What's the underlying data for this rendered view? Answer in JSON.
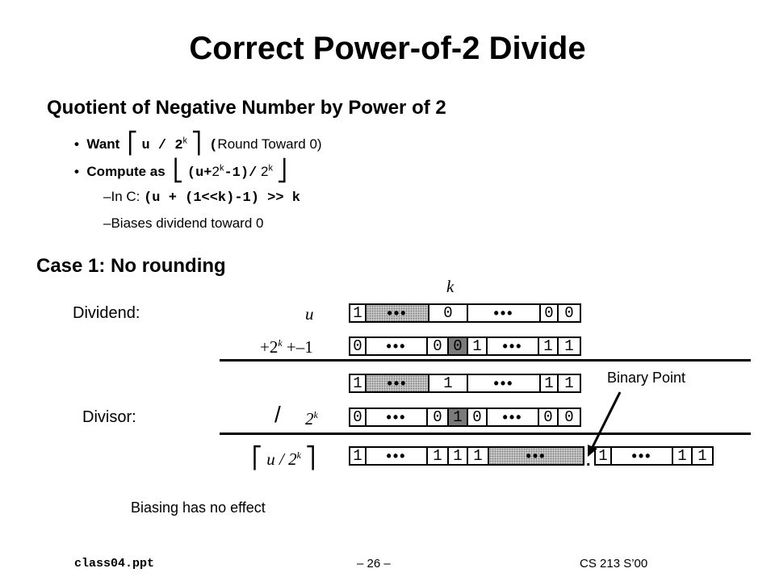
{
  "title": "Correct Power-of-2 Divide",
  "subtitle": "Quotient of Negative Number by Power of 2",
  "bullets": {
    "b1": {
      "dot": "•",
      "bold": "Want",
      "ceil_l": "⎡",
      "code": "u / 2",
      "sup": "k",
      "ceil_r": "⎤",
      "paren_open": "(",
      "plain": "Round Toward 0)"
    },
    "b2": {
      "dot": "•",
      "bold": "Compute as",
      "floor_l": "⎣",
      "code1": "(u+",
      "two": "2",
      "sup": "k",
      "code2": "-1)/",
      "two2": "2",
      "sup2": "k",
      "floor_r": "⎦"
    },
    "b3": {
      "dash": "–",
      "plain": "In C:",
      "code": "(u + (1<<k)-1) >> k"
    },
    "b4": {
      "dash": "–",
      "plain": "Biases dividend toward 0"
    }
  },
  "case_title": "Case 1: No rounding",
  "k_label": "k",
  "labels": {
    "dividend": "Dividend:",
    "u": "u",
    "bias_a": "+2",
    "bias_sup": "k",
    "bias_b": " +–1",
    "divisor": "Divisor:",
    "div_op": "/",
    "divisor_val": "2",
    "divisor_sup": "k",
    "result_l": "⎡",
    "result_a": "u / 2",
    "result_sup": "k",
    "result_r": "⎤",
    "binary_point": "Binary Point",
    "point_dot": ".",
    "biasing_note": "Biasing has no effect"
  },
  "rows": {
    "dividend": [
      "1",
      "•••",
      "0",
      "•••",
      "0",
      "0"
    ],
    "bias": [
      "0",
      "•••",
      "0",
      "0",
      "1",
      "•••",
      "1",
      "1"
    ],
    "sum": [
      "1",
      "•••",
      "1",
      "•••",
      "1",
      "1"
    ],
    "divisor": [
      "0",
      "•••",
      "0",
      "1",
      "0",
      "•••",
      "0",
      "0"
    ],
    "result_left": [
      "1",
      "•••",
      "1",
      "1",
      "1",
      "•••"
    ],
    "result_right": [
      "1",
      "•••",
      "1",
      "1"
    ]
  },
  "footer": {
    "left": "class04.ppt",
    "center": "– 26 –",
    "right": "CS 213 S’00"
  }
}
